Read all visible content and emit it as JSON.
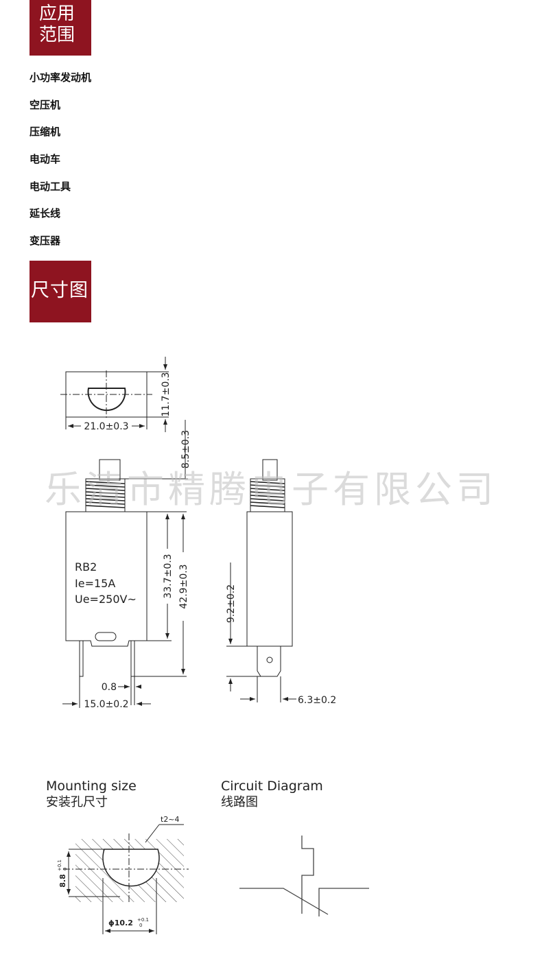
{
  "section_application": {
    "title": "应用范围"
  },
  "applications": [
    "小功率发动机",
    "空压机",
    "压缩机",
    "电动车",
    "电动工具",
    "延长线",
    "变压器"
  ],
  "section_dimension": {
    "title": "尺寸图"
  },
  "watermark": "乐清市精腾电子有限公司",
  "dimensions": {
    "width_top": "21.0±0.3",
    "height_top": "11.7±0.3",
    "stem": "8.5±0.3",
    "body_height": "33.7±0.3",
    "total_height": "42.9±0.3",
    "pin_offset": "9.2±0.2",
    "pin_thickness": "0.8",
    "pin_span": "15.0±0.2",
    "tab_width": "6.3±0.2"
  },
  "label": {
    "model": "RB2",
    "current": "Ie=15A",
    "voltage": "Ue=250V~"
  },
  "mounting": {
    "title_en": "Mounting size",
    "title_cn": "安装孔尺寸",
    "thickness": "t2~4",
    "height_value": "8.8",
    "height_tol_upper": "+0.1",
    "height_tol_lower": "0",
    "dia_value": "ϕ10.2",
    "dia_tol_upper": "+0.1",
    "dia_tol_lower": "0"
  },
  "circuit": {
    "title_en": "Circuit Diagram",
    "title_cn": "线路图"
  },
  "colors": {
    "accent": "#8e1420",
    "line": "#222222",
    "watermark": "#d6d6d6"
  }
}
